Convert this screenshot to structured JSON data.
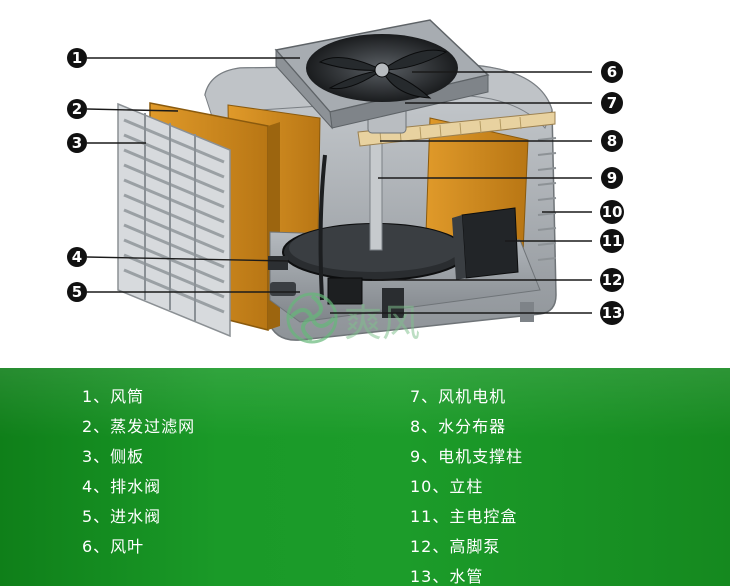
{
  "diagram": {
    "callouts": [
      "1",
      "2",
      "3",
      "4",
      "5",
      "6",
      "7",
      "8",
      "9",
      "10",
      "11",
      "12",
      "13"
    ],
    "watermark": "爽风",
    "colors": {
      "housing": "#a9aeb3",
      "housing_dark": "#7b8085",
      "filter_pad": "#d58d1c",
      "filter_pad_dark": "#a96a10",
      "callout": "#111111",
      "leader": "#222222"
    }
  },
  "legend": {
    "left": [
      "1、风筒",
      "2、蒸发过滤网",
      "3、侧板",
      "4、排水阀",
      "5、进水阀",
      "6、风叶"
    ],
    "right": [
      "7、风机电机",
      "8、水分布器",
      "9、电机支撑柱",
      "10、立柱",
      "11、主电控盒",
      "12、高脚泵",
      "13、水管"
    ],
    "background": "#1a9a28",
    "text_color": "#ffffff"
  }
}
